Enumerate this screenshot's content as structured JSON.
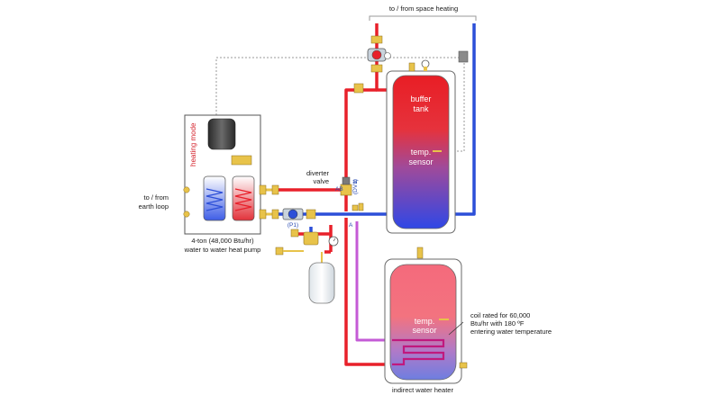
{
  "labels": {
    "space_heating": "to / from space heating",
    "buffer_tank_line1": "buffer",
    "buffer_tank_line2": "tank",
    "temp_sensor_line1": "temp.",
    "temp_sensor_line2": "sensor",
    "diverter_line1": "diverter",
    "diverter_line2": "valve",
    "diverter_tag": "(DV1)",
    "port_a": "A",
    "port_b": "B",
    "port_ab": "AB",
    "heating_mode": "heating mode",
    "earth_loop_line1": "to / from",
    "earth_loop_line2": "earth loop",
    "heat_pump_line1": "4-ton (48,000 Btu/hr)",
    "heat_pump_line2": "water to water heat pump",
    "pump_tag": "(P1)",
    "coil_line1": "coil rated for 60,000",
    "coil_line2": "Btu/hr with 180 ºF",
    "coil_line3": "entering water temperature",
    "indirect_heater": "indirect water heater"
  },
  "colors": {
    "hot": "#e8202a",
    "cold": "#2c4fd8",
    "purple": "#c45bd6",
    "control_wire": "#9a9a9a",
    "brass": "#e8c34a",
    "label_red": "#d4202a"
  },
  "icons": {
    "buffer_tank": "buffer-tank-icon",
    "indirect_tank": "indirect-water-heater-icon",
    "heat_pump": "heat-pump-icon",
    "expansion_tank": "expansion-tank-icon",
    "pump": "circulator-pump-icon",
    "diverter_valve": "diverter-valve-icon",
    "pressure_gauge": "pressure-gauge-icon"
  }
}
